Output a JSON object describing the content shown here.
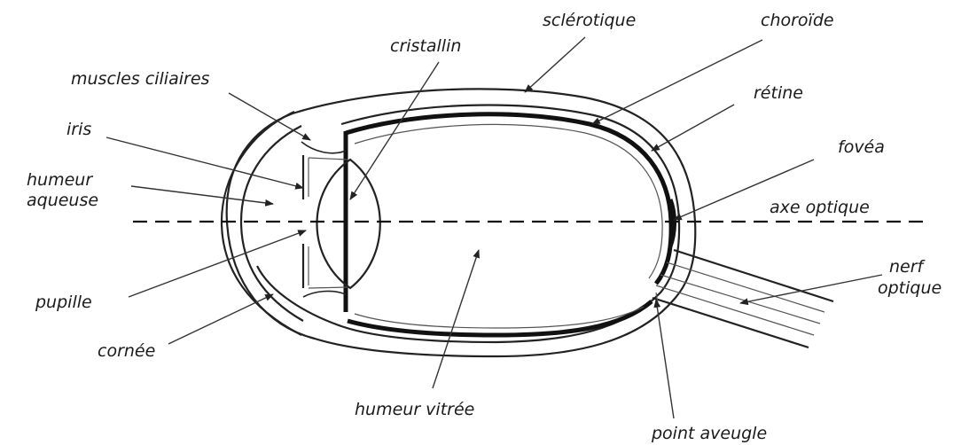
{
  "labels": {
    "sclerotique": "sclérotique",
    "choroide": "choroïde",
    "cristallin": "cristallin",
    "muscles_ciliaires": "muscles ciliaires",
    "retine": "rétine",
    "iris": "iris",
    "fovea": "fovéa",
    "humeur_aqueuse_1": "humeur",
    "humeur_aqueuse_2": "aqueuse",
    "axe_optique": "axe optique",
    "nerf_optique_1": "nerf",
    "nerf_optique_2": "optique",
    "pupille": "pupille",
    "cornee": "cornée",
    "humeur_vitree": "humeur vitrée",
    "point_aveugle": "point aveugle"
  }
}
